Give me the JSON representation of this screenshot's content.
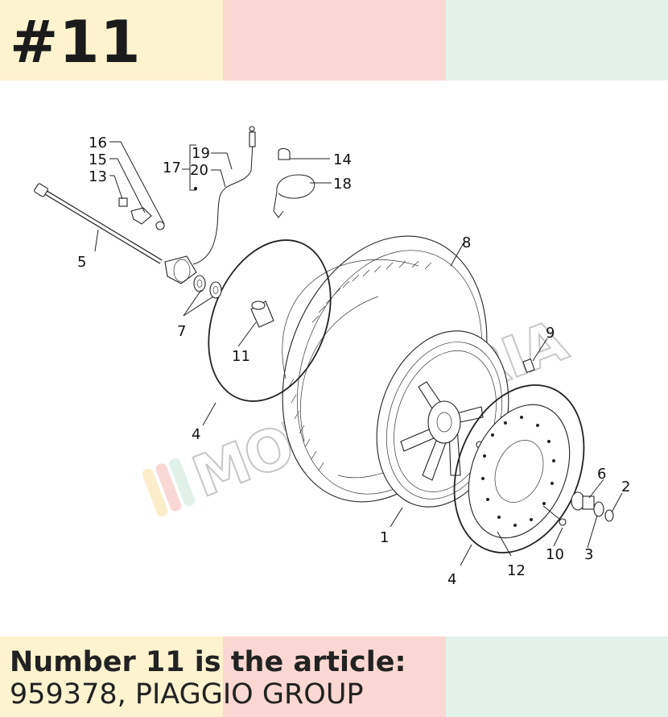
{
  "header": {
    "title": "#11"
  },
  "footer": {
    "line1": "Number 11 is the article:",
    "line2": "959378, PIAGGIO GROUP"
  },
  "diagram": {
    "watermark": "MOTORIGRIA",
    "callouts": {
      "c1": "1",
      "c2": "2",
      "c3": "3",
      "c4a": "4",
      "c4b": "4",
      "c5": "5",
      "c6": "6",
      "c7": "7",
      "c8": "8",
      "c9": "9",
      "c10": "10",
      "c11": "11",
      "c12": "12",
      "c13": "13",
      "c14": "14",
      "c15": "15",
      "c16": "16",
      "c17": "17",
      "c18": "18",
      "c19": "19",
      "c20": "20"
    }
  },
  "colors": {
    "yellow": "#fdf3cf",
    "pink": "#fbd7d3",
    "mint": "#e2f2ea",
    "text": "#1b1b1b"
  }
}
